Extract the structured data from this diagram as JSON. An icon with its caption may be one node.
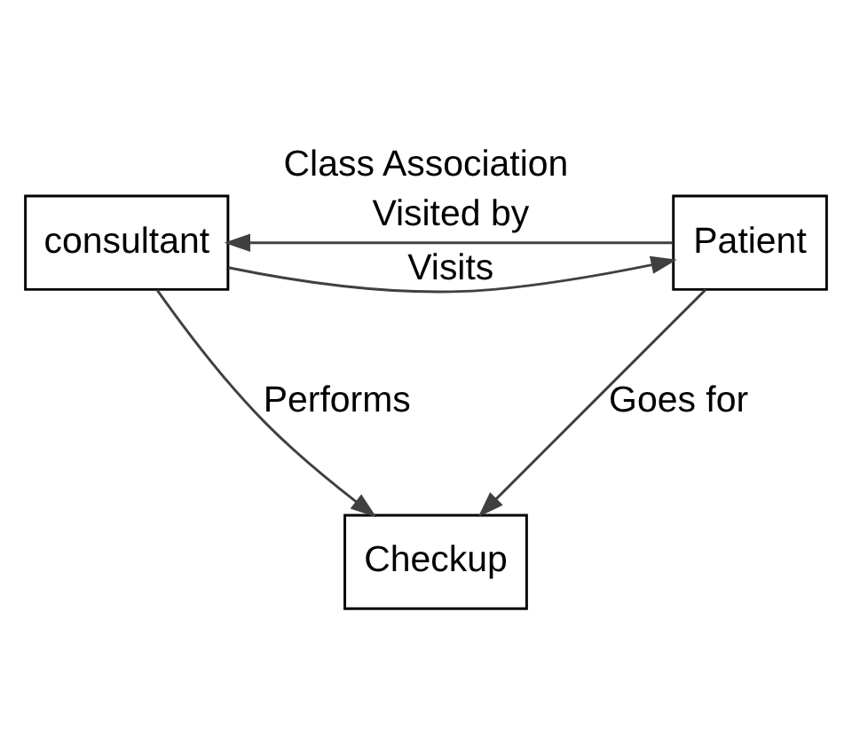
{
  "diagram": {
    "title": "Class Association",
    "nodes": [
      {
        "text": [
          "consultant"
        ]
      },
      {
        "text": [
          "Patient"
        ]
      },
      {
        "text": [
          "Checkup"
        ]
      }
    ],
    "edges": [
      {
        "from": 1,
        "to": 0,
        "arrow": "to",
        "label": "Visited by"
      },
      {
        "from": 0,
        "to": 1,
        "arrow": "to",
        "label": "Visits"
      },
      {
        "from": 0,
        "to": 2,
        "arrow": "to",
        "label": "Performs"
      },
      {
        "from": 1,
        "to": 2,
        "arrow": "to",
        "label": "Goes for"
      }
    ]
  }
}
